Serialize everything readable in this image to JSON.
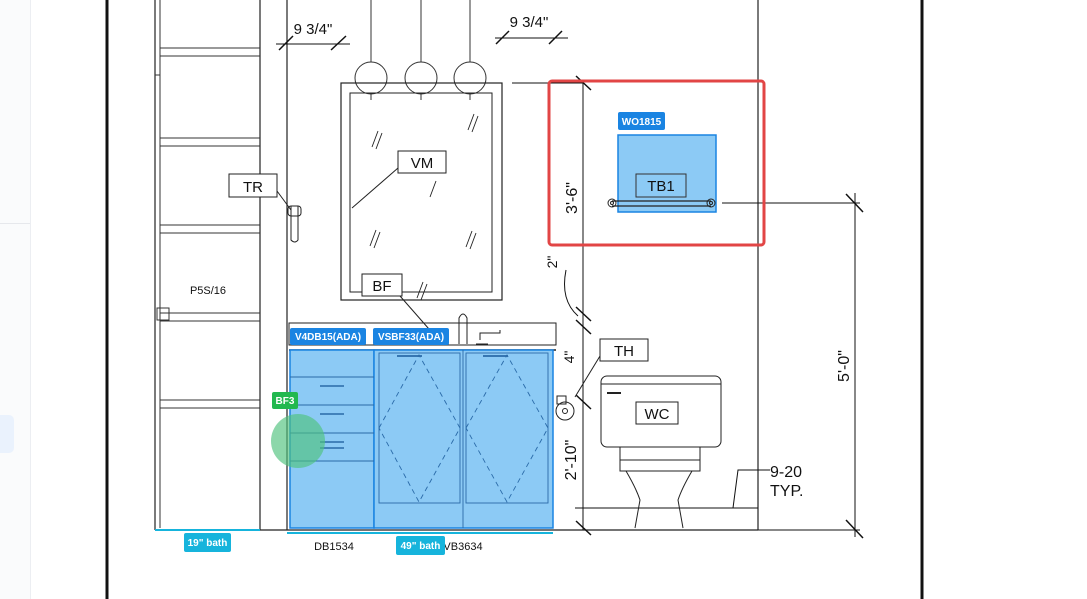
{
  "dimensions": {
    "pendant_spacing_left": "9 3/4\"",
    "pendant_spacing_right": "9 3/4\"",
    "towel_bar_height": "3'-6\"",
    "offset_2": "2\"",
    "offset_4": "4\"",
    "tp_height": "2'-10\"",
    "overall_height": "5'-0\""
  },
  "labels": {
    "vm": "VM",
    "tr": "TR",
    "bf": "BF",
    "th": "TH",
    "wc": "WC",
    "tb1": "TB1",
    "p5s": "P5S/16",
    "db": "DB1534",
    "vb": "VB3634",
    "note_9_20": "9-20",
    "note_typ": "TYP."
  },
  "tags": {
    "wo": "WO1815",
    "v4db": "V4DB15(ADA)",
    "vsbf": "VSBF33(ADA)",
    "bf3": "BF3",
    "bath19": "19\" bath",
    "bath49": "49\" bath"
  },
  "colors": {
    "tag_blue": "#1a84e2",
    "fill_blue": "#8ccaf5",
    "tag_green": "#22b84f",
    "tag_cyan": "#16b4dc",
    "highlight_red": "#e24545"
  }
}
